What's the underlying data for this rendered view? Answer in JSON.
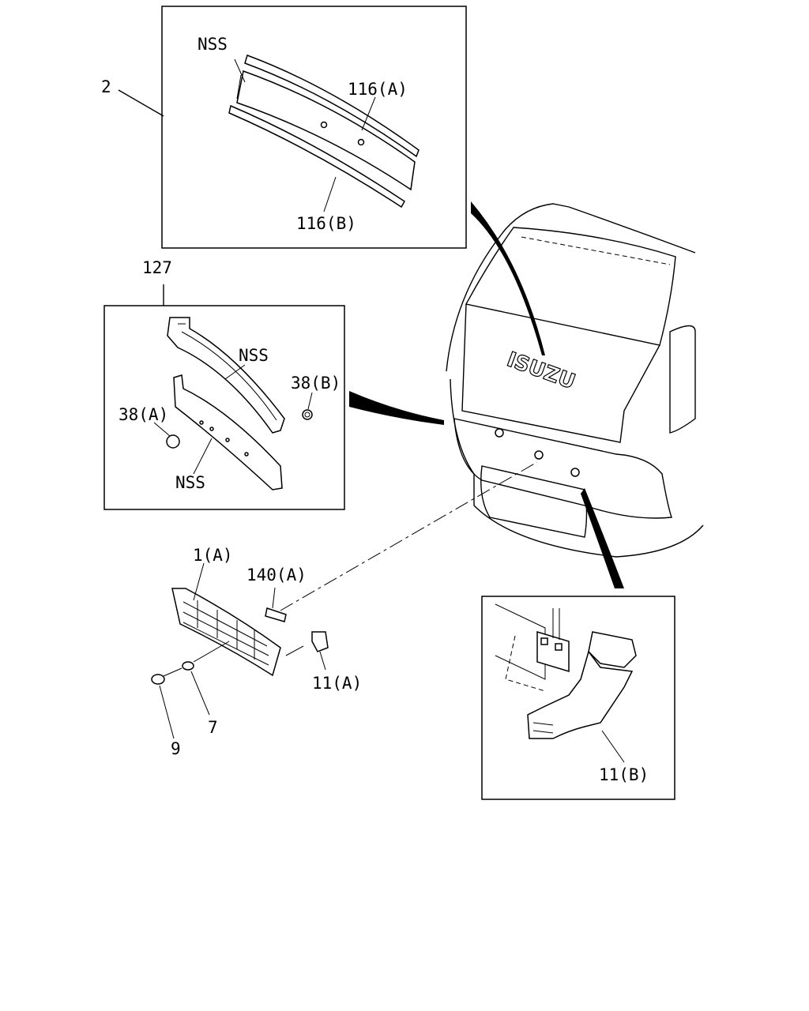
{
  "labels": {
    "l_2": "2",
    "l_nss_top": "NSS",
    "l_116a": "116(A)",
    "l_116b": "116(B)",
    "l_127": "127",
    "l_nss_mid": "NSS",
    "l_38b": "38(B)",
    "l_38a": "38(A)",
    "l_nss_low": "NSS",
    "l_1a": "1(A)",
    "l_140a": "140(A)",
    "l_11a": "11(A)",
    "l_7": "7",
    "l_9": "9",
    "l_11b": "11(B)",
    "emblem": "ISUZU"
  }
}
